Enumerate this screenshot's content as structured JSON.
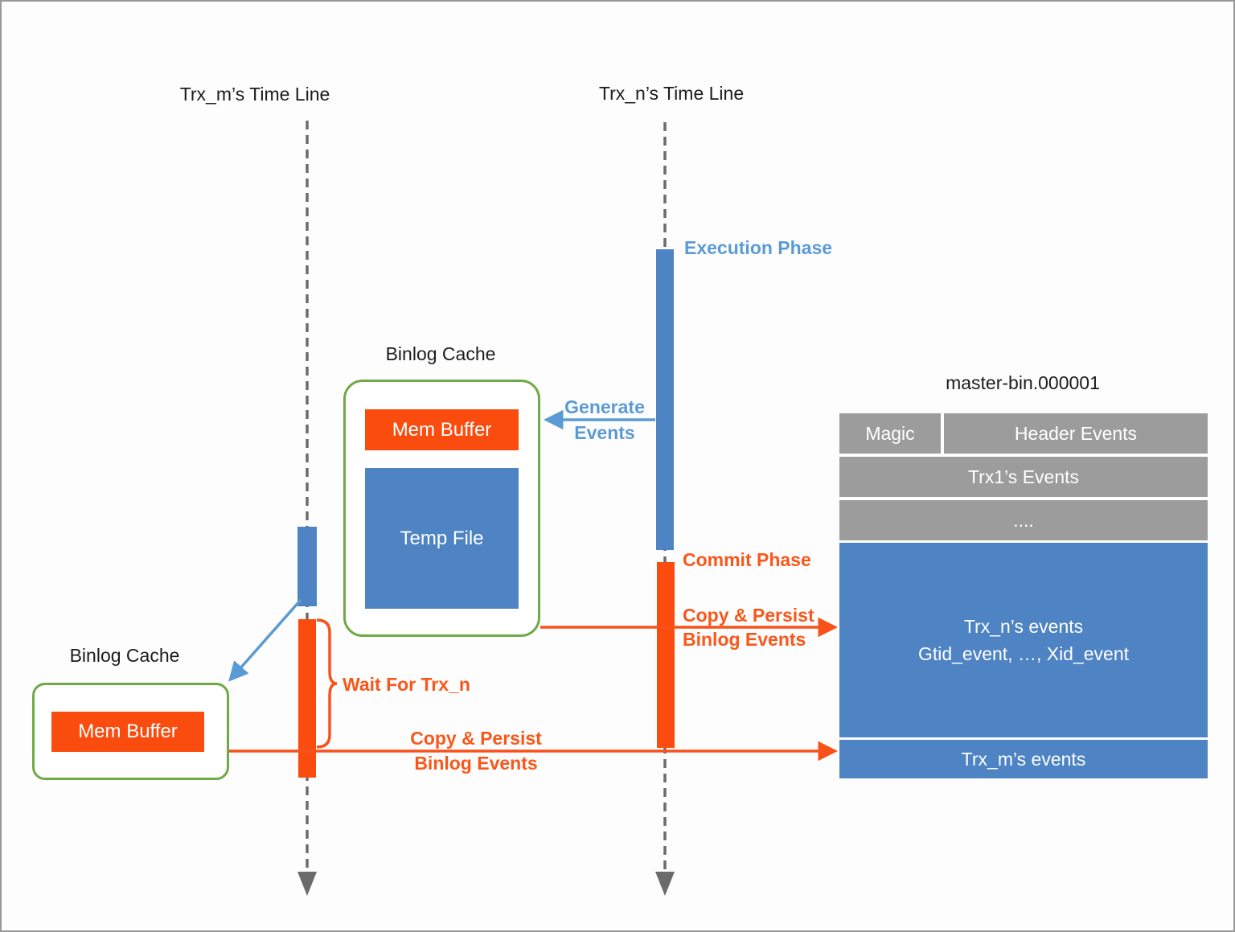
{
  "colors": {
    "blue_fill": "#4e83c4",
    "blue_label": "#5b9bd5",
    "orange_fill": "#fa4c0f",
    "orange_label": "#f9571a",
    "green_border": "#6faa46",
    "gray_fill": "#9c9c9c",
    "timeline_gray": "#6b6b6b"
  },
  "timelines": {
    "trx_m": {
      "label": "Trx_m’s Time Line"
    },
    "trx_n": {
      "label": "Trx_n’s Time Line"
    }
  },
  "phases": {
    "execution": "Execution Phase",
    "commit": "Commit Phase"
  },
  "binlog_cache_n": {
    "title": "Binlog Cache",
    "mem_buffer": "Mem Buffer",
    "temp_file": "Temp File"
  },
  "binlog_cache_m": {
    "title": "Binlog Cache",
    "mem_buffer": "Mem Buffer"
  },
  "labels": {
    "generate_line1": "Generate",
    "generate_line2": "Events",
    "copy_persist_line1": "Copy & Persist",
    "copy_persist_line2": "Binlog Events",
    "wait_for_trx_n": "Wait For Trx_n"
  },
  "binlog_file": {
    "title": "master-bin.000001",
    "magic_cell": "Magic",
    "header_events_cell": "Header Events",
    "trx1_row": "Trx1’s Events",
    "dots_row": "....",
    "trx_n_line1": "Trx_n’s events",
    "trx_n_line2": "Gtid_event, …, Xid_event",
    "trx_m_row": "Trx_m’s events"
  }
}
